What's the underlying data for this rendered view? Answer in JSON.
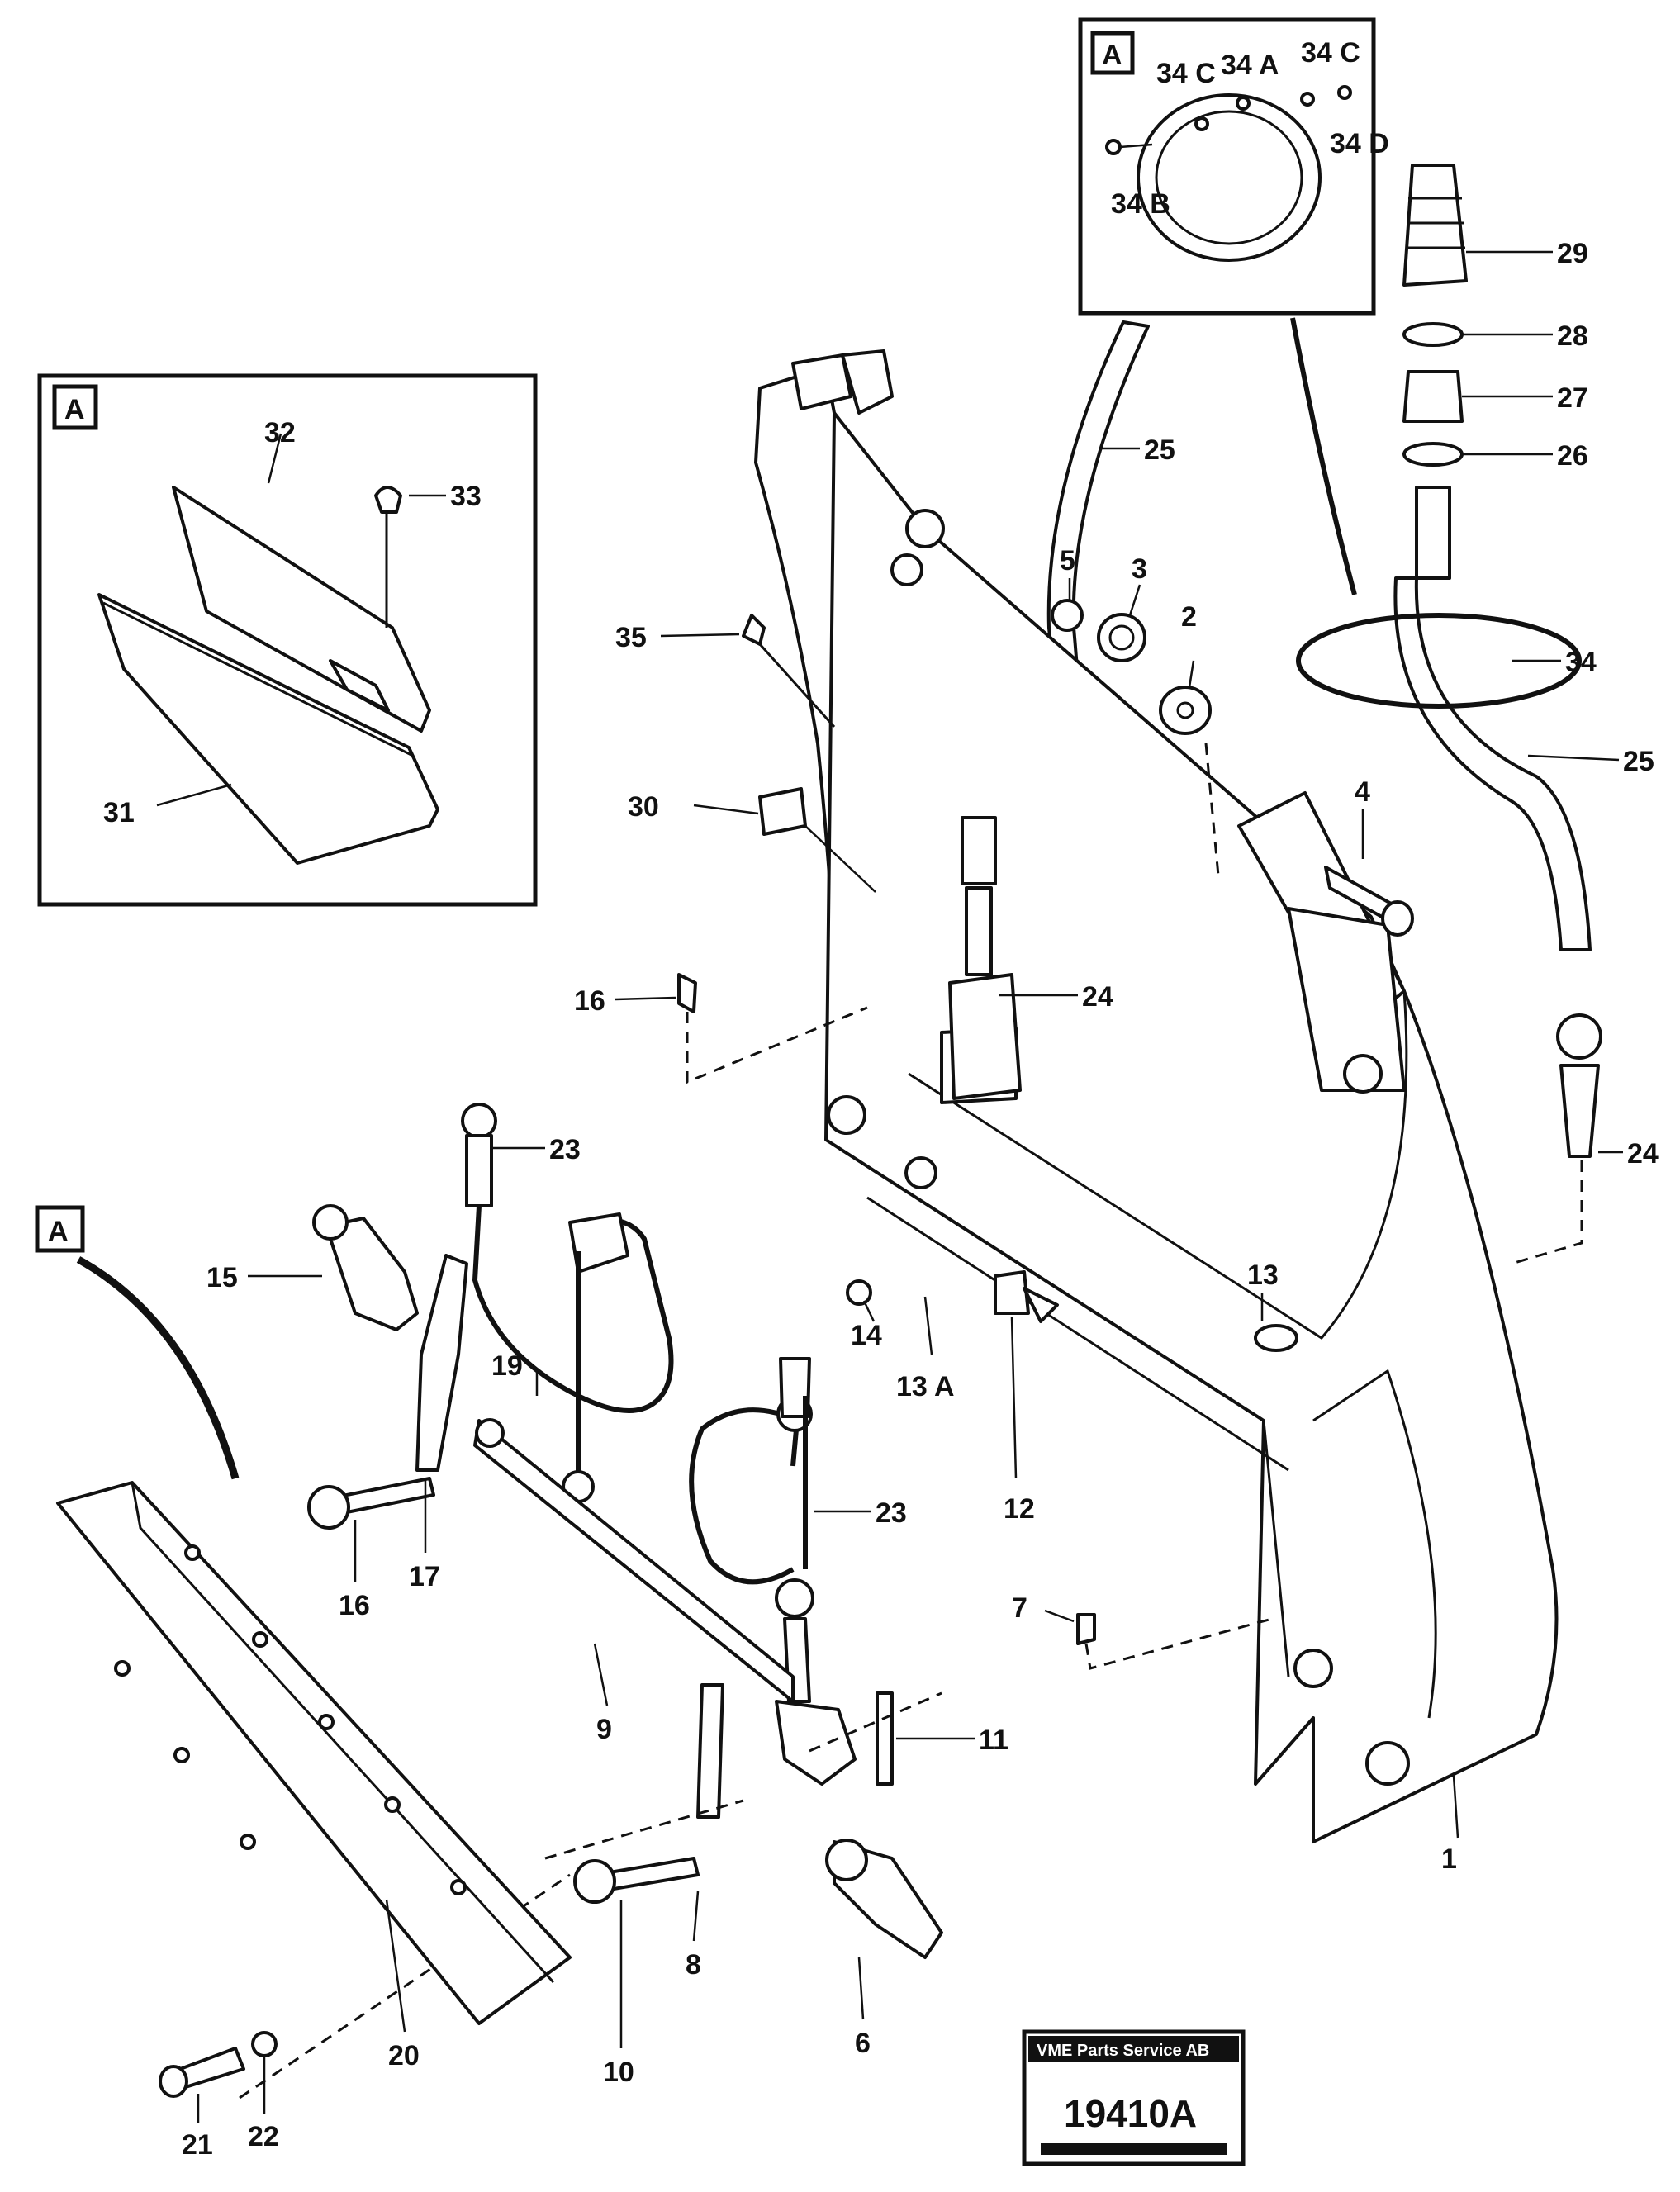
{
  "detail_box_top": {
    "tag": "A",
    "labels": [
      "34 C",
      "34 A",
      "34 C",
      "34 D",
      "34 B"
    ]
  },
  "detail_box_left": {
    "tag": "A",
    "labels": [
      "32",
      "33",
      "31"
    ]
  },
  "detail_tag_main": "A",
  "callouts": [
    {
      "id": "c29",
      "text": "29"
    },
    {
      "id": "c28",
      "text": "28"
    },
    {
      "id": "c27",
      "text": "27"
    },
    {
      "id": "c26",
      "text": "26"
    },
    {
      "id": "c25a",
      "text": "25"
    },
    {
      "id": "c5",
      "text": "5"
    },
    {
      "id": "c3",
      "text": "3"
    },
    {
      "id": "c2",
      "text": "2"
    },
    {
      "id": "c34",
      "text": "34"
    },
    {
      "id": "c35",
      "text": "35"
    },
    {
      "id": "c25b",
      "text": "25"
    },
    {
      "id": "c30",
      "text": "30"
    },
    {
      "id": "c4",
      "text": "4"
    },
    {
      "id": "c16a",
      "text": "16"
    },
    {
      "id": "c24a",
      "text": "24"
    },
    {
      "id": "c24b",
      "text": "24"
    },
    {
      "id": "c23a",
      "text": "23"
    },
    {
      "id": "c15",
      "text": "15"
    },
    {
      "id": "c13",
      "text": "13"
    },
    {
      "id": "c19",
      "text": "19"
    },
    {
      "id": "c14",
      "text": "14"
    },
    {
      "id": "c13a",
      "text": "13 A"
    },
    {
      "id": "c12",
      "text": "12"
    },
    {
      "id": "c23b",
      "text": "23"
    },
    {
      "id": "c16b",
      "text": "16"
    },
    {
      "id": "c17",
      "text": "17"
    },
    {
      "id": "c7",
      "text": "7"
    },
    {
      "id": "c9",
      "text": "9"
    },
    {
      "id": "c11",
      "text": "11"
    },
    {
      "id": "c1",
      "text": "1"
    },
    {
      "id": "c8a",
      "text": "8"
    },
    {
      "id": "c6",
      "text": "6"
    },
    {
      "id": "c10",
      "text": "10"
    },
    {
      "id": "c20",
      "text": "20"
    },
    {
      "id": "c21",
      "text": "21"
    },
    {
      "id": "c22",
      "text": "22"
    }
  ],
  "stamp": {
    "header": "VME Parts Service AB",
    "code": "19410A"
  }
}
